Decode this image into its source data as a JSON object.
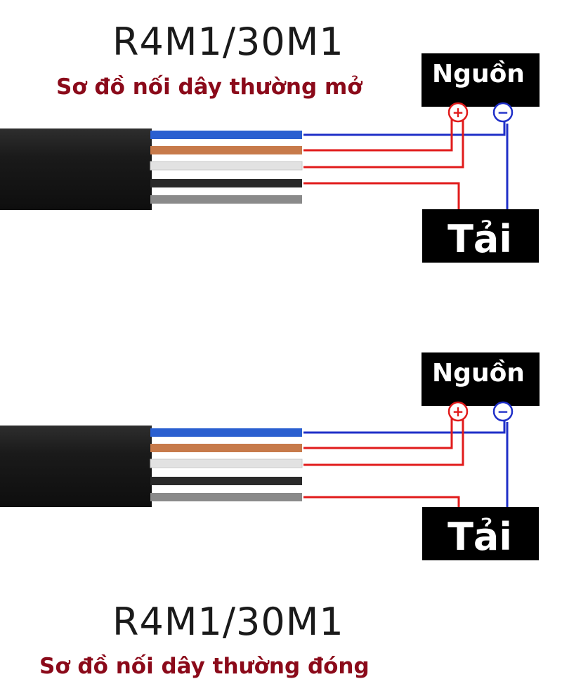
{
  "diagrams": [
    {
      "model": "R4M1/30M1",
      "subtitle": "Sơ đồ nối dây thường mở",
      "source_label": "Nguồn",
      "load_label": "Tải",
      "positive_symbol": "+",
      "negative_symbol": "−"
    },
    {
      "model": "R4M1/30M1",
      "subtitle": "Sơ đồ nối dây thường đóng",
      "source_label": "Nguồn",
      "load_label": "Tải",
      "positive_symbol": "+",
      "negative_symbol": "−"
    }
  ],
  "colors": {
    "title_text": "#1a1a1a",
    "subtitle_text": "#8b0a1a",
    "cable": "#1b1b1b",
    "wire_blue": "#2a5fd0",
    "wire_brown": "#c77a4a",
    "wire_white": "#e2e2e2",
    "wire_black": "#2a2a2a",
    "wire_gray": "#8a8a8a",
    "line_red": "#e11b1b",
    "line_blue": "#1f2fc8"
  }
}
